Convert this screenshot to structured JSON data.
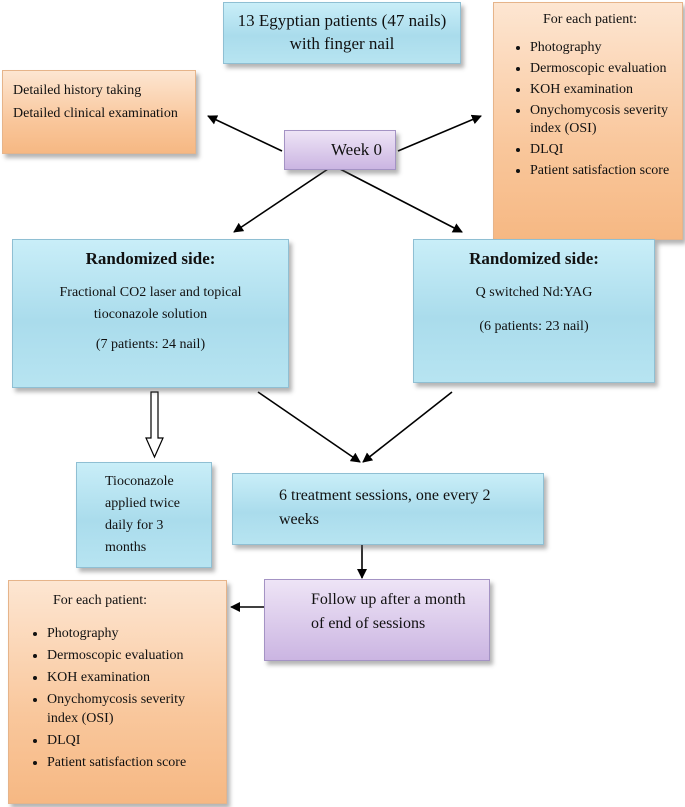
{
  "top_box": {
    "text": "13 Egyptian patients (47 nails) with finger nail"
  },
  "history_box": {
    "line1": "Detailed history taking",
    "line2": "Detailed clinical examination"
  },
  "week0": {
    "label": "Week 0"
  },
  "baseline_box": {
    "title": "For each patient:",
    "items": [
      "Photography",
      "Dermoscopic evaluation",
      "KOH examination",
      "Onychomycosis severity index (OSI)",
      "DLQI",
      "Patient satisfaction score"
    ]
  },
  "left_arm": {
    "title": "Randomized side:",
    "treatment": "Fractional CO2 laser and topical tioconazole solution",
    "count": "(7 patients: 24 nail)"
  },
  "right_arm": {
    "title": "Randomized side:",
    "treatment": "Q switched Nd:YAG",
    "count": "(6 patients: 23 nail)"
  },
  "tioconazole_box": {
    "text": "Tioconazole applied twice daily for 3 months"
  },
  "sessions_box": {
    "text": "6 treatment sessions, one every 2 weeks"
  },
  "followup_box": {
    "text": "Follow up after a month of end of sessions"
  },
  "final_box": {
    "title": "For each patient:",
    "items": [
      "Photography",
      "Dermoscopic evaluation",
      "KOH examination",
      "Onychomycosis severity index (OSI)",
      "DLQI",
      "Patient satisfaction score"
    ]
  },
  "colors": {
    "blue": "#aadcec",
    "orange": "#f9c79c",
    "purple": "#d9c8ea"
  }
}
